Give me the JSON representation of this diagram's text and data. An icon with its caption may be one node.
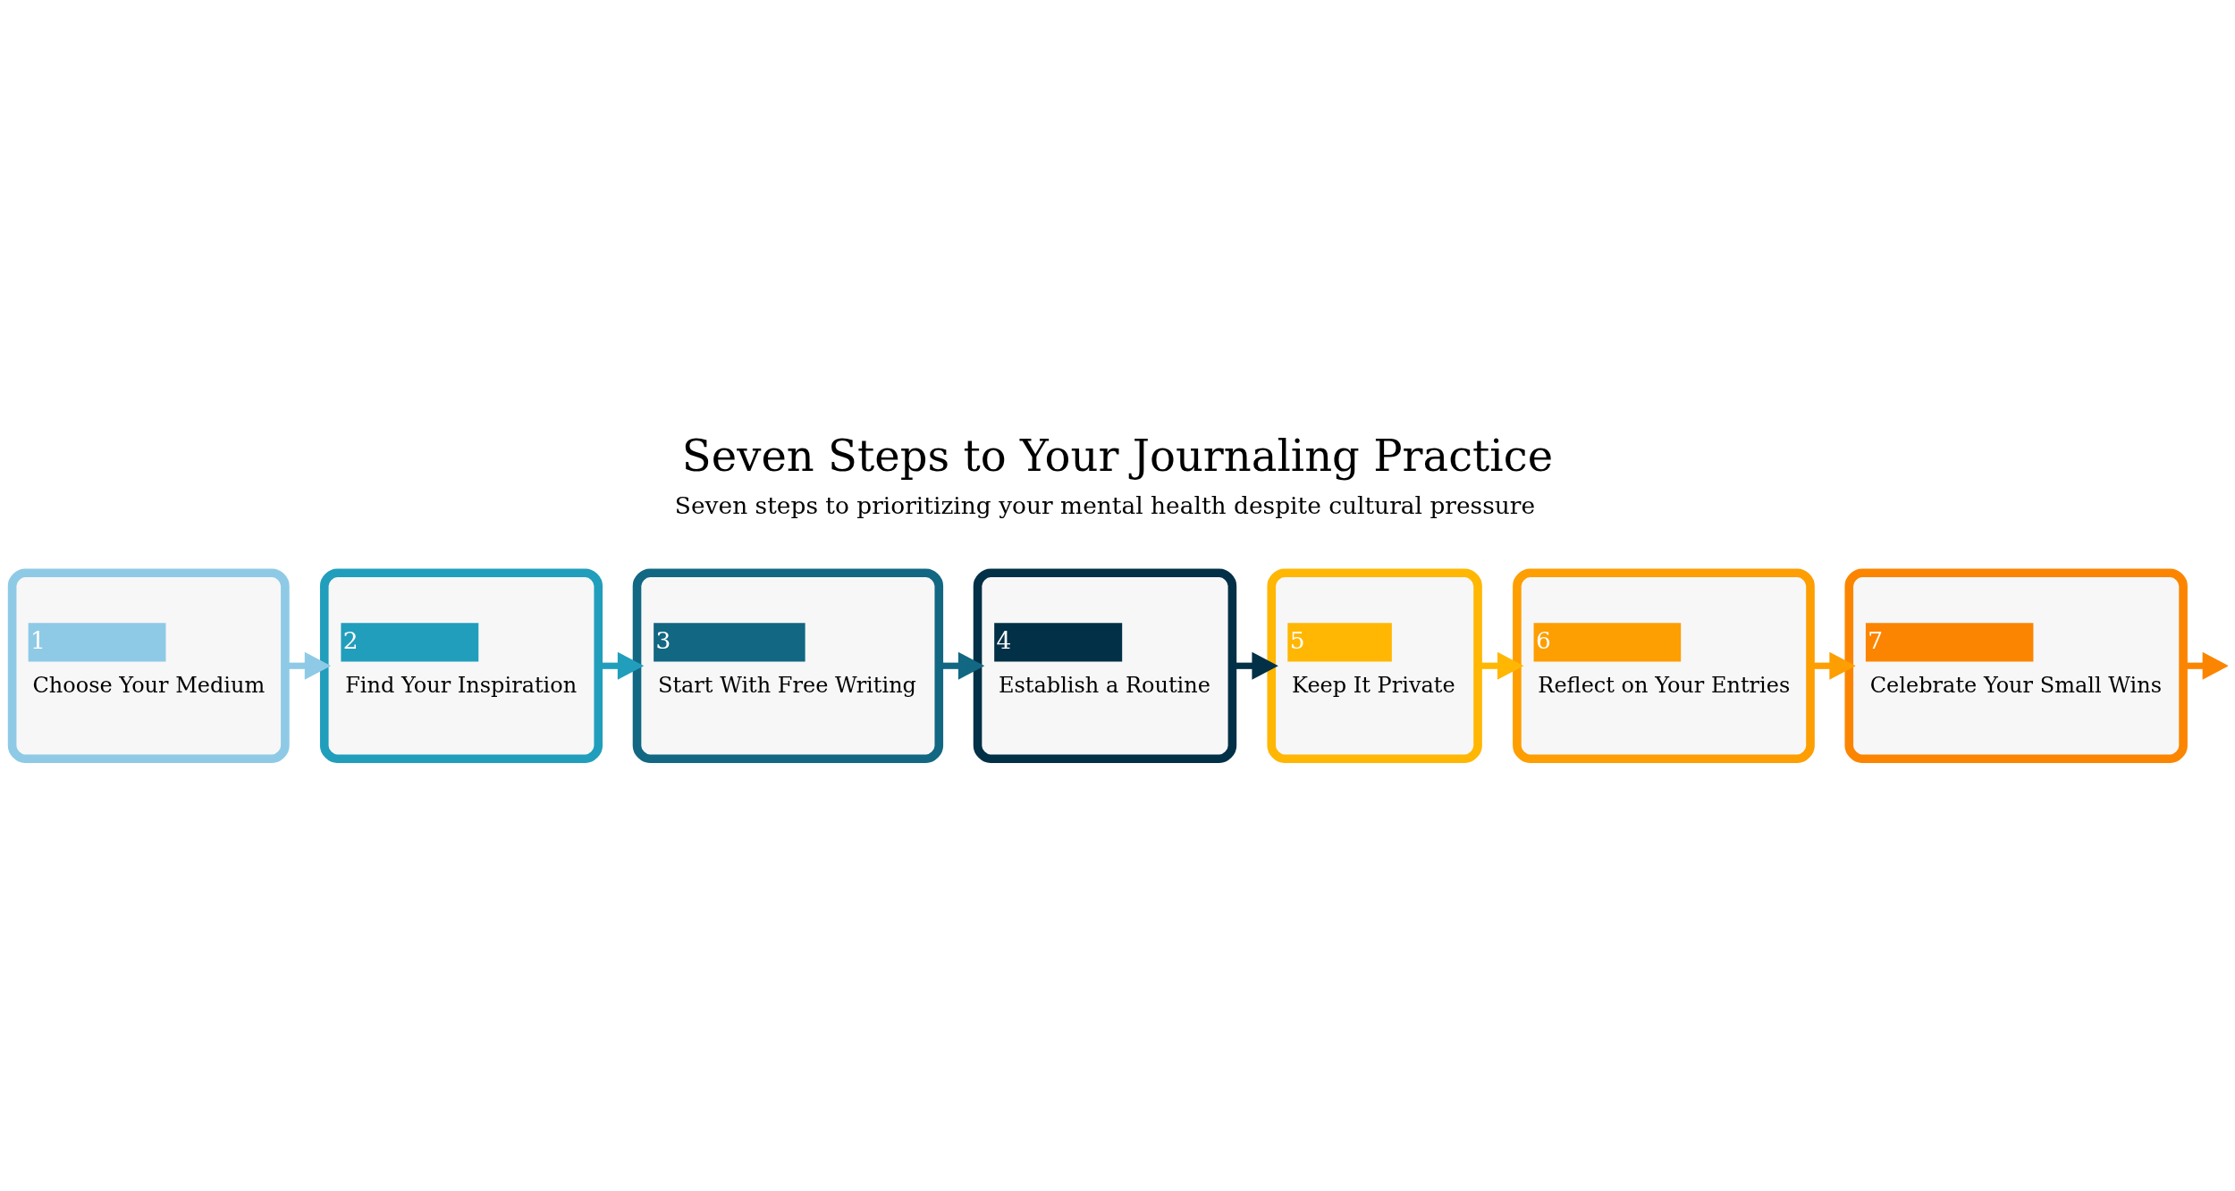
{
  "diagram": {
    "title": "Seven Steps to Your Journaling Practice",
    "nodes": [
      {
        "text": [
          "1",
          "Choose Your Medium"
        ]
      },
      {
        "text": [
          "2",
          "Find Your Inspiration"
        ]
      },
      {
        "text": [
          "3",
          "Start With Free Writing"
        ]
      },
      {
        "text": [
          "4",
          "Establish a Routine"
        ]
      },
      {
        "text": [
          "5",
          "Keep It Private"
        ]
      },
      {
        "text": [
          "6",
          "Reflect on Your Entries"
        ]
      },
      {
        "text": [
          "7",
          "Celebrate Your Small Wins"
        ]
      }
    ],
    "edges": [
      {
        "from": 0,
        "to": 1,
        "arrow": "to",
        "color": "#8ecae6"
      },
      {
        "from": 1,
        "to": 2,
        "arrow": "to",
        "color": "#219ebc"
      },
      {
        "from": 2,
        "to": 3,
        "arrow": "to",
        "color": "#126782"
      },
      {
        "from": 3,
        "to": 4,
        "arrow": "to",
        "color": "#023047"
      },
      {
        "from": 4,
        "to": 5,
        "arrow": "to",
        "color": "#ffb703"
      },
      {
        "from": 5,
        "to": 6,
        "arrow": "to",
        "color": "#fd9e02"
      },
      {
        "from": 6,
        "to": null,
        "arrow": "to",
        "color": "#fb8500"
      }
    ],
    "labels": [
      "Seven steps to prioritizing your mental health despite cultural pressure"
    ]
  }
}
